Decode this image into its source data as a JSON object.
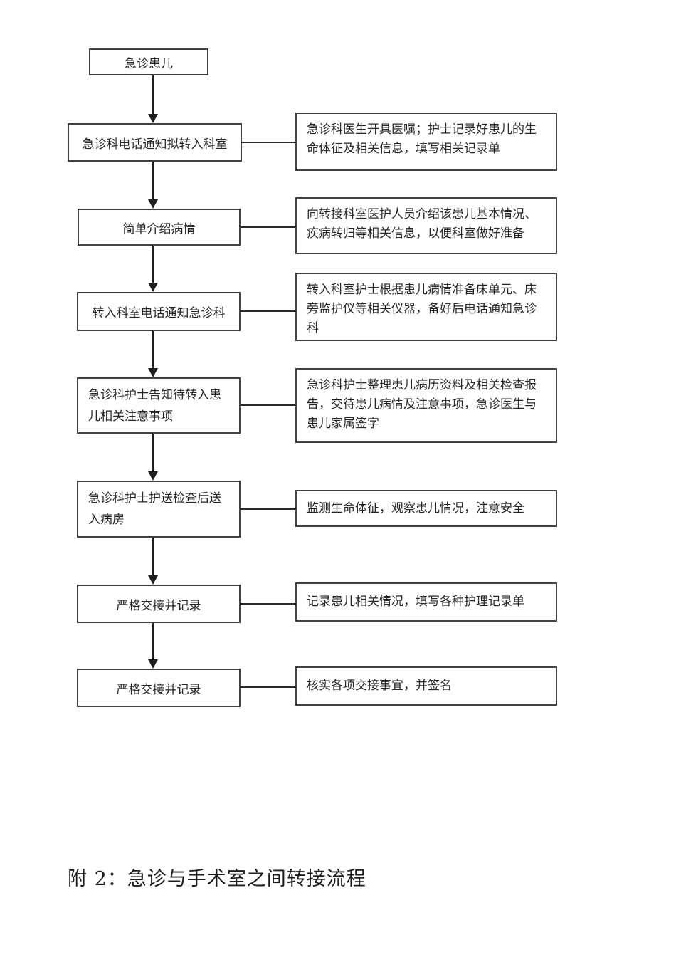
{
  "colors": {
    "background": "#ffffff",
    "box_border": "#414141",
    "line": "#1f1f1f",
    "text": "#262626"
  },
  "flow": {
    "steps": [
      {
        "node": "急诊患儿"
      },
      {
        "node": "急诊科电话通知拟转入科室",
        "note": "急诊科医生开具医嘱；护士记录好患儿的生命体征及相关信息，填写相关记录单"
      },
      {
        "node": "简单介绍病情",
        "note": "向转接科室医护人员介绍该患儿基本情况、疾病转归等相关信息，以便科室做好准备"
      },
      {
        "node": "转入科室电话通知急诊科",
        "note": "转入科室护士根据患儿病情准备床单元、床旁监护仪等相关仪器，备好后电话通知急诊科"
      },
      {
        "node": "急诊科护士告知待转入患儿相关注意事项",
        "note": "急诊科护士整理患儿病历资料及相关检查报告，交待患儿病情及注意事项，急诊医生与患儿家属签字"
      },
      {
        "node": "急诊科护士护送检查后送入病房",
        "note": "监测生命体征，观察患儿情况，注意安全"
      },
      {
        "node": "严格交接并记录",
        "note": "记录患儿相关情况，填写各种护理记录单"
      },
      {
        "node": "严格交接并记录",
        "note": "核实各项交接事宜，并签名"
      }
    ]
  },
  "document": {
    "caption": "附 2：急诊与手术室之间转接流程"
  }
}
